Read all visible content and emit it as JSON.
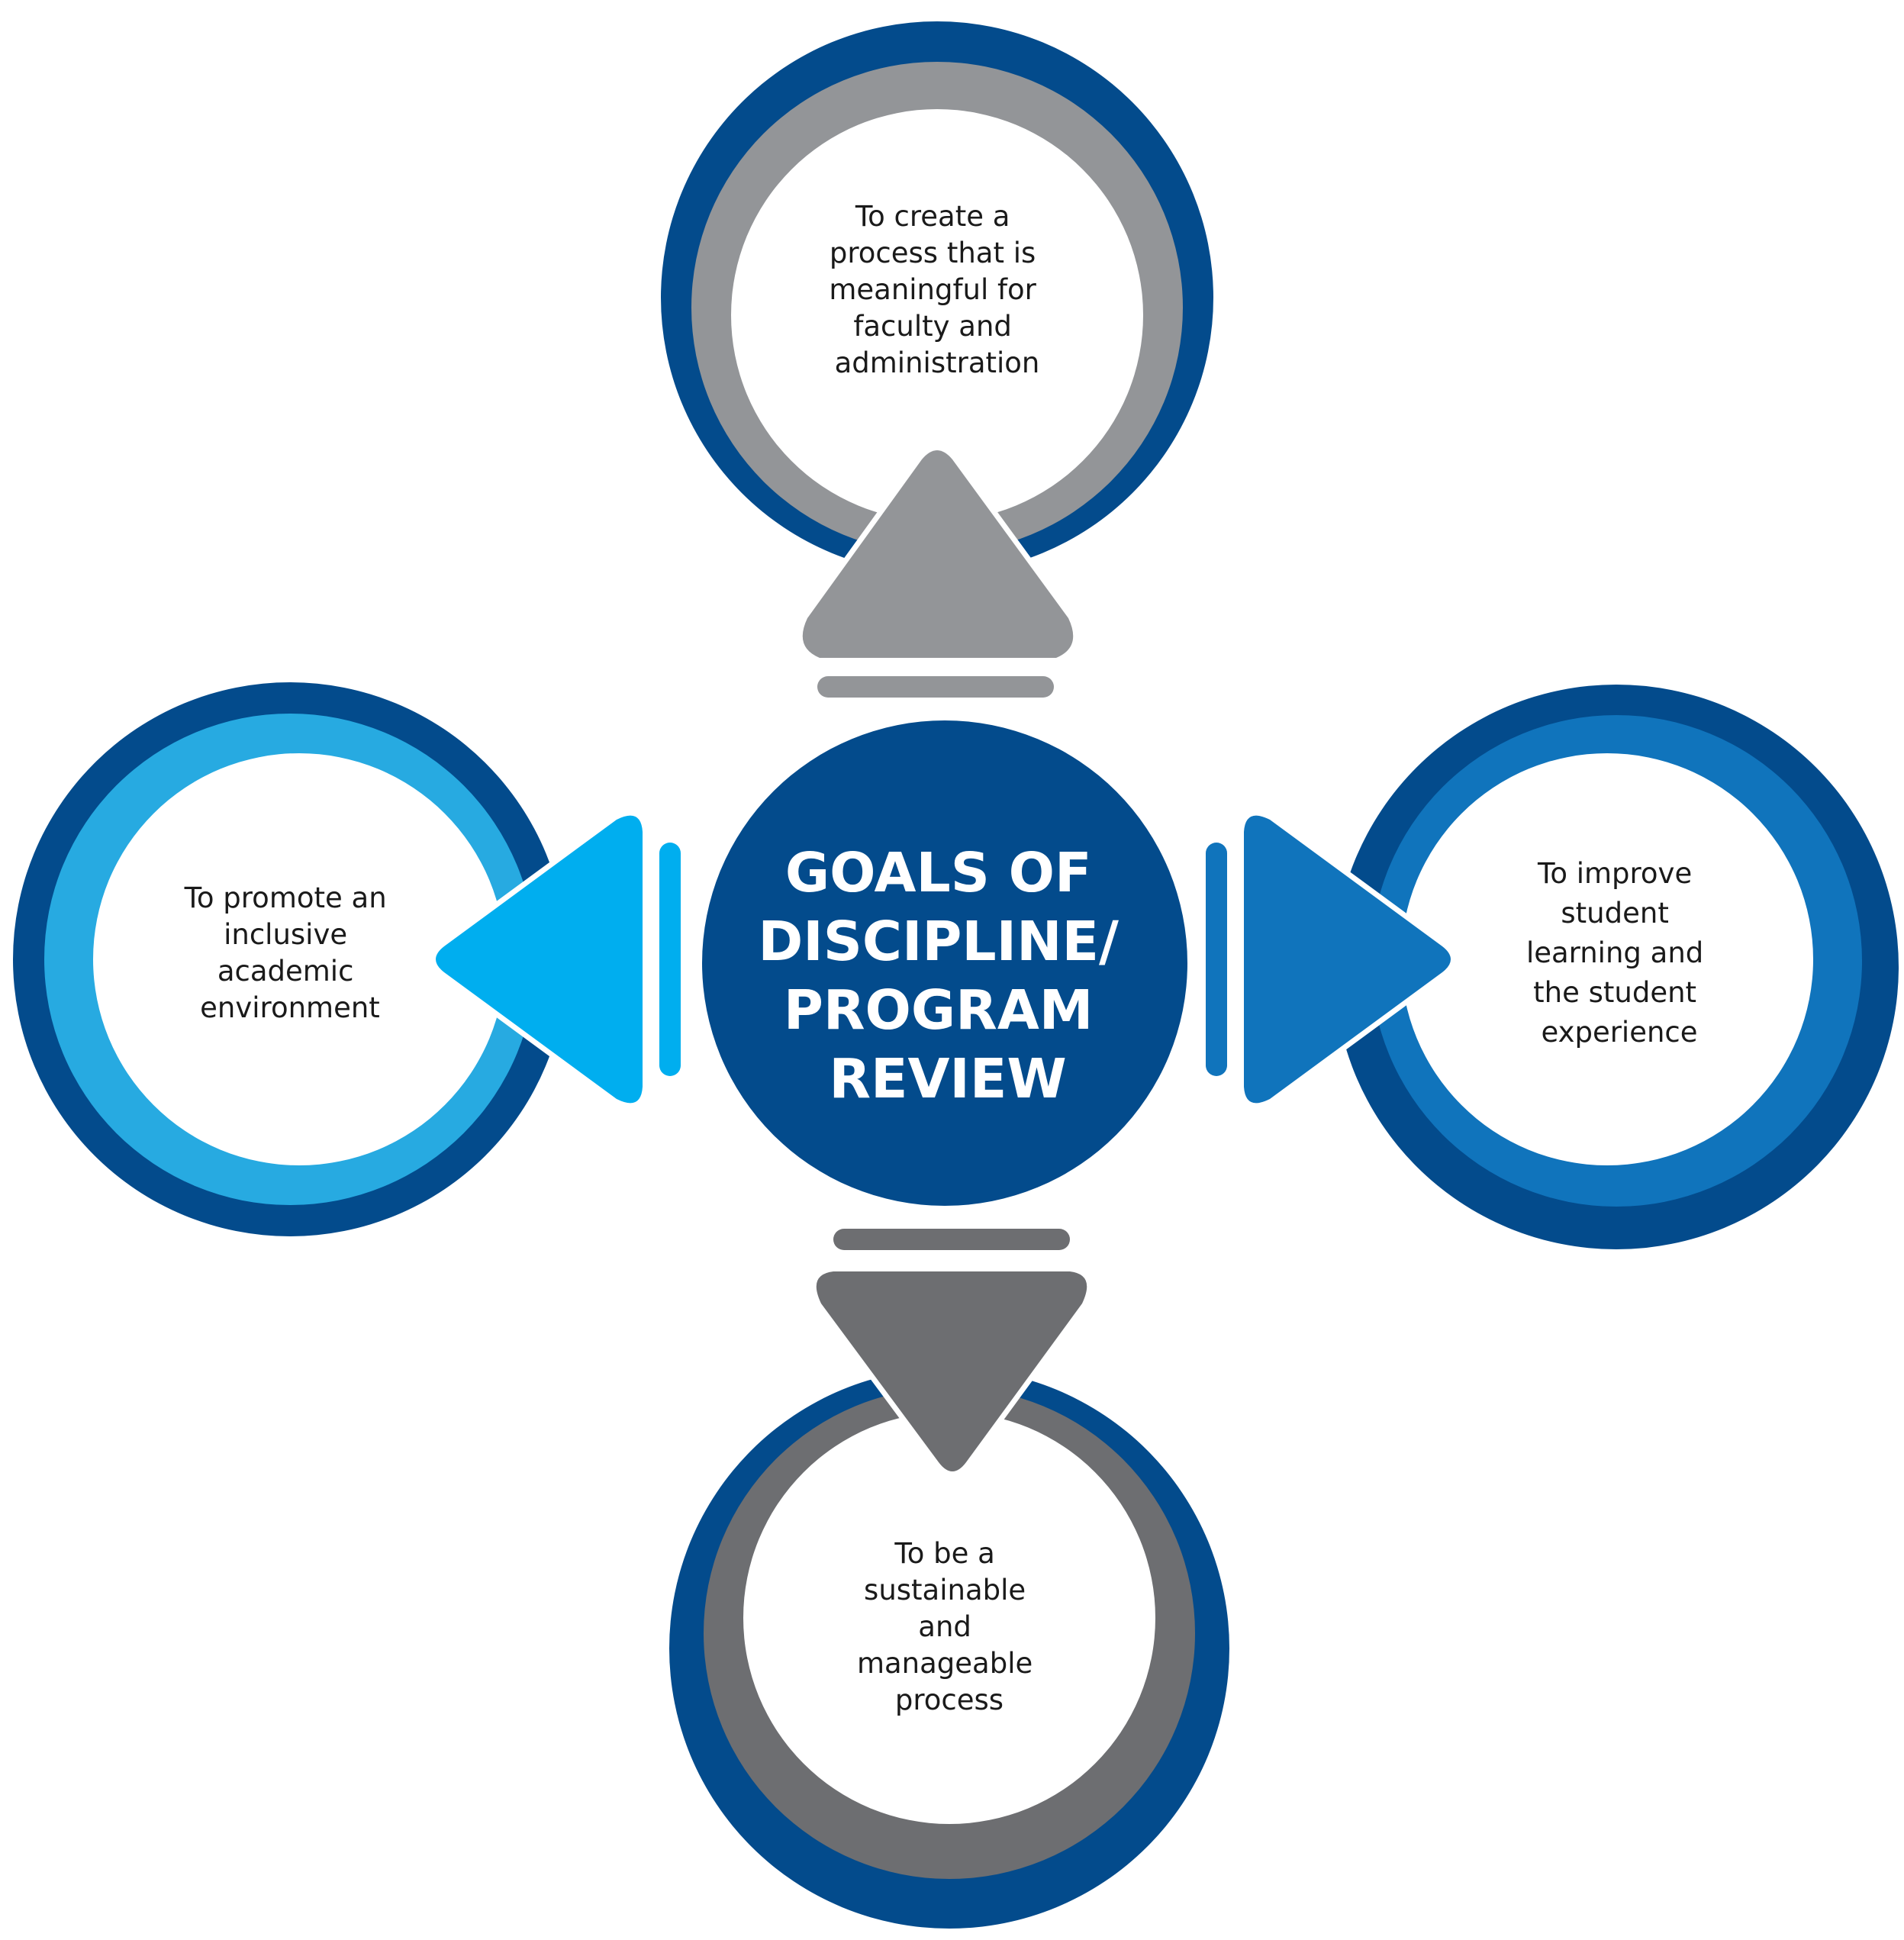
{
  "center": {
    "lines": [
      "GOALS OF",
      "DISCIPLINE/",
      "PROGRAM",
      "REVIEW"
    ]
  },
  "goals": [
    {
      "id": "top",
      "lines": [
        "To create a",
        "process that is",
        "meaningful for",
        "faculty and",
        "administration"
      ],
      "ring_color": "#939598"
    },
    {
      "id": "right",
      "lines": [
        "To improve",
        "student",
        "learning and",
        "the student",
        "experience"
      ],
      "ring_color": "#1074BC"
    },
    {
      "id": "bottom",
      "lines": [
        "To be a",
        "sustainable",
        "and",
        "manageable",
        "process"
      ],
      "ring_color": "#6D6E71"
    },
    {
      "id": "left",
      "lines": [
        "To promote an",
        "inclusive",
        "academic",
        "environment"
      ],
      "ring_color": "#27AAE1"
    }
  ],
  "colors": {
    "outer_ring": "#034B8C",
    "center_fill": "#034B8C",
    "arrow_top": "#939598",
    "arrow_right": "#1074BC",
    "arrow_bottom": "#6D6E71",
    "arrow_left": "#00AEEF"
  }
}
